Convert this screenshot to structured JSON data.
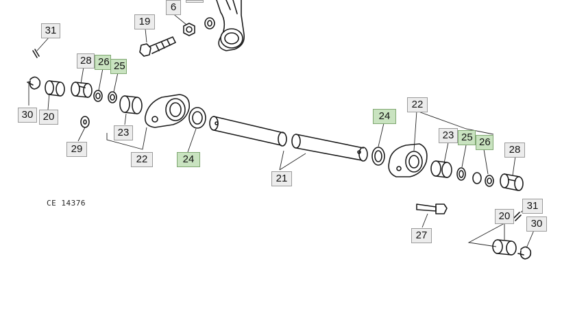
{
  "diagram": {
    "reference_code": "CE 14376",
    "highlight_color": "#c9e3c0",
    "label_color": "#ececec",
    "callouts": {
      "c6": "6",
      "c19": "19",
      "c31a": "31",
      "c28a": "28",
      "c26a": "26",
      "c25a": "25",
      "c30a": "30",
      "c20a": "20",
      "c23a": "23",
      "c29": "29",
      "c22a": "22",
      "c24a": "24",
      "c21": "21",
      "c24b": "24",
      "c22b": "22",
      "c23b": "23",
      "c25b": "25",
      "c26b": "26",
      "c28b": "28",
      "c27": "27",
      "c31b": "31",
      "c20b": "20",
      "c30b": "30"
    }
  }
}
